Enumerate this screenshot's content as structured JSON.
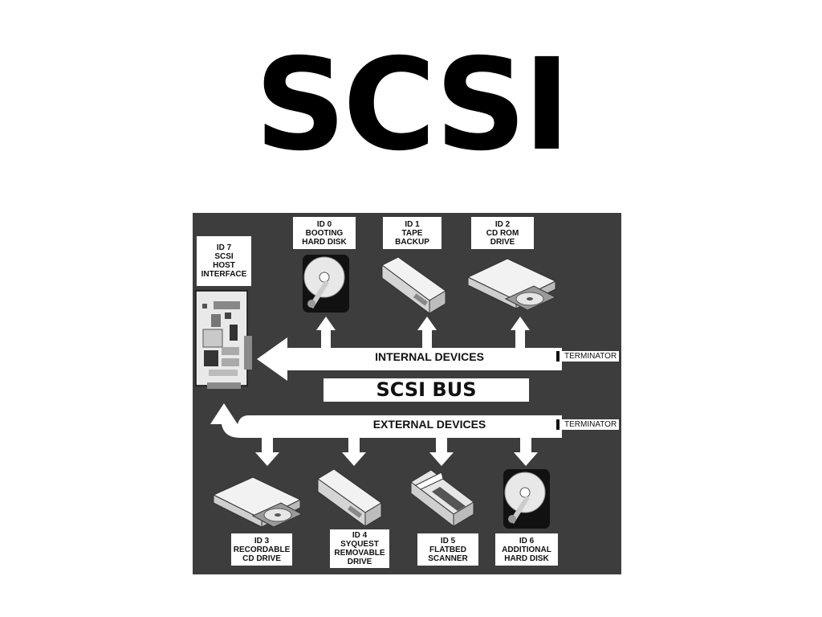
{
  "title": "SCSI",
  "bus_label": "SCSI BUS",
  "internal_label": "INTERNAL DEVICES",
  "external_label": "EXTERNAL DEVICES",
  "terminator_label": "TERMINATOR",
  "host": {
    "lines": [
      "ID 7",
      "SCSI",
      "HOST",
      "INTERFACE"
    ]
  },
  "internal_devices": [
    {
      "lines": [
        "ID 0",
        "BOOTING",
        "HARD DISK"
      ],
      "icon": "hard-disk-icon"
    },
    {
      "lines": [
        "ID 1",
        "TAPE",
        "BACKUP"
      ],
      "icon": "tape-drive-icon"
    },
    {
      "lines": [
        "ID 2",
        "CD ROM",
        "DRIVE"
      ],
      "icon": "cd-drive-icon"
    }
  ],
  "external_devices": [
    {
      "lines": [
        "ID 3",
        "RECORDABLE",
        "CD DRIVE"
      ],
      "icon": "cd-drive-icon"
    },
    {
      "lines": [
        "ID 4",
        "SYQUEST",
        "REMOVABLE",
        "DRIVE"
      ],
      "icon": "removable-drive-icon"
    },
    {
      "lines": [
        "ID 5",
        "FLATBED",
        "SCANNER"
      ],
      "icon": "scanner-icon"
    },
    {
      "lines": [
        "ID 6",
        "ADDITIONAL",
        "HARD DISK"
      ],
      "icon": "hard-disk-icon"
    }
  ],
  "colors": {
    "panel": "#3d3d3d",
    "arrow": "#ffffff",
    "text": "#111111"
  }
}
